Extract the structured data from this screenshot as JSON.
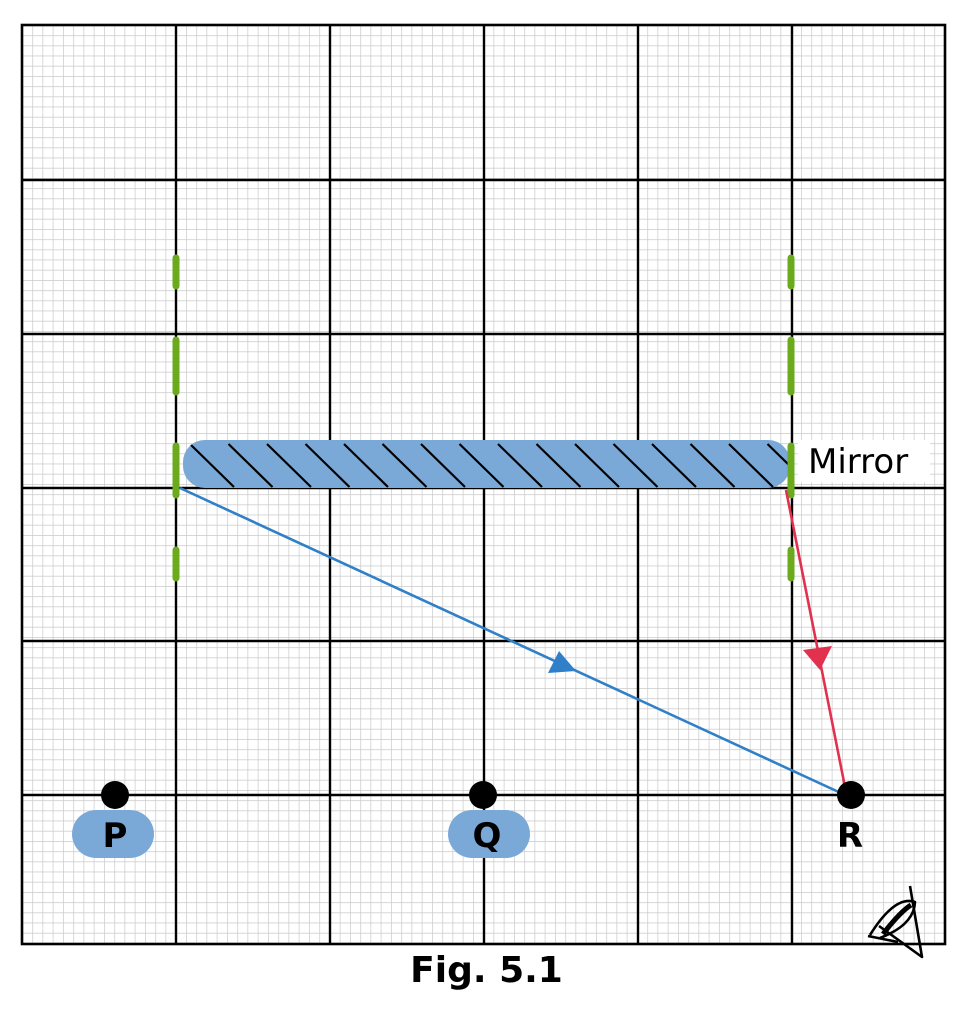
{
  "figure": {
    "caption": "Fig. 5.1",
    "mirror_label": "Mirror",
    "points": [
      {
        "id": "P",
        "label": "P",
        "highlighted": true
      },
      {
        "id": "Q",
        "label": "Q",
        "highlighted": true
      },
      {
        "id": "R",
        "label": "R",
        "highlighted": false
      }
    ],
    "rays": [
      {
        "id": "blue-ray",
        "color": "#2f80c8",
        "from": "mirror-left-end",
        "to": "R",
        "arrow": "toward R"
      },
      {
        "id": "red-ray",
        "color": "#e2304f",
        "from": "mirror-right-end",
        "to": "R",
        "arrow": "toward R"
      }
    ],
    "icons": [
      "eye-icon"
    ],
    "colors": {
      "grid_minor": "#c9c9c9",
      "grid_major": "#000000",
      "mirror_fill": "#7aa9d8",
      "highlight_fill": "#7aa9d8",
      "dashed_guides": "#6aaa1c",
      "blue_ray": "#2f80c8",
      "red_ray": "#e2304f"
    }
  }
}
